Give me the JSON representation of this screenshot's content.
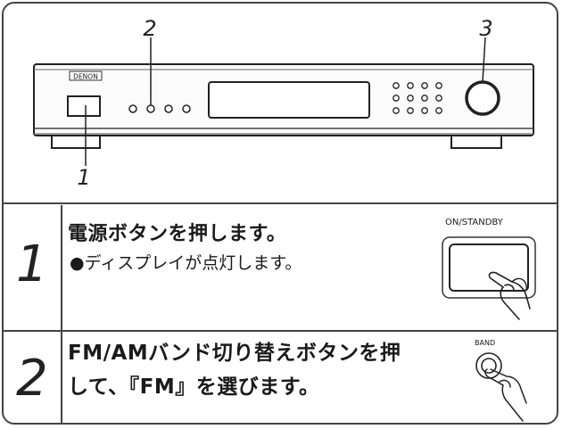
{
  "diagram": {
    "brand": "DENON",
    "callouts": {
      "power": "1",
      "band": "2",
      "knob": "3"
    },
    "steps": [
      {
        "number": "1",
        "title": "電源ボタンを押します。",
        "note": "●ディスプレイが点灯します。",
        "button_label": "ON/STANDBY"
      },
      {
        "number": "2",
        "title_line1": "FM/AMバンド切り替えボタンを押",
        "title_line2": "して、『FM』を選びます。",
        "button_label": "BAND"
      }
    ]
  }
}
